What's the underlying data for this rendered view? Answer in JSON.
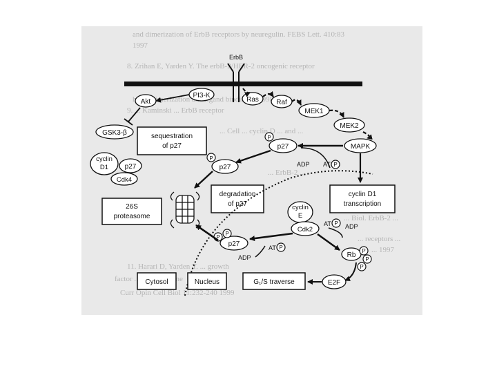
{
  "background_text": [
    "and dimerization of ErbB receptors by neuregulin. FEBS Lett. 410:83",
    "1997",
    "8. Zrihan E, Yarden Y. The erbB-2/HER-2 oncogenic receptor",
    "heterodimerization and ligand binding ... 1998",
    "9. ... Kaminski ... ErbB receptor",
    "... Cell ... cyclin D ... and ...",
    "... ErbB-2 ...",
    "... Biol. ErbB-2 ...",
    "... receptors ...",
    "... 1997",
    "11. Harari D, Yarden Y. ... growth",
    "factor ... receptor gene",
    "Curr Opin Cell Biol 11:232-240 1999"
  ],
  "nodes": {
    "erbb": "ErbB",
    "pi3k": "PI3-K",
    "ras": "Ras",
    "raf": "Raf",
    "mek1": "MEK1",
    "mek2": "MEK2",
    "mapk": "MAPK",
    "akt": "Akt",
    "gsk3b": "GSK3-β",
    "seq_line1": "sequestration",
    "seq_line2": "of p27",
    "cyclin_d1_line1": "cyclin",
    "cyclin_d1_line2": "D1",
    "p27_complex": "p27",
    "cdk4": "Cdk4",
    "p27_top": "p27",
    "p27_mid": "p27",
    "p27_bottom": "p27",
    "phos": "P",
    "adp": "ADP",
    "at": "AT",
    "degr_line1": "degradation",
    "degr_line2": "of p27",
    "cyclin_d1_tr_line1": "cyclin D1",
    "cyclin_d1_tr_line2": "transcription",
    "prot_line1": "26S",
    "prot_line2": "proteasome",
    "cyclin_e_line1": "cyclin",
    "cyclin_e_line2": "E",
    "cdk2": "Cdk2",
    "rb": "Rb",
    "e2f": "E2F",
    "g1s": "G₁/S traverse",
    "cytosol": "Cytosol",
    "nucleus": "Nucleus"
  }
}
